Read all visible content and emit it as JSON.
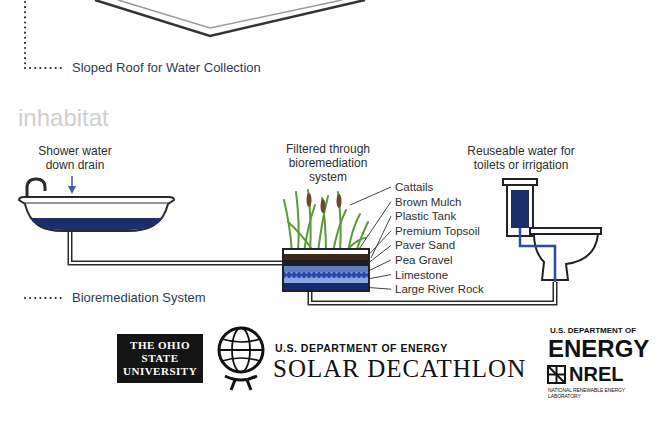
{
  "diagram": {
    "nodes": [
      {
        "text": [
          "Shower water down drain"
        ]
      },
      {
        "text": [
          "Filtered through bioremediation system"
        ]
      },
      {
        "text": [
          "Reuseable water for toilets or irrigation"
        ]
      },
      {
        "text": [
          "THE OHIO STATE UNIVERSITY"
        ]
      }
    ],
    "edges": [
      {
        "from": 0,
        "to": 1,
        "arrow": "none"
      },
      {
        "from": 1,
        "to": 2,
        "arrow": "none"
      }
    ],
    "labels": [
      "Sloped Roof for Water Collection",
      "inhabitat",
      "Cattails",
      "Brown Mulch",
      "Plastic Tank",
      "Premium Topsoil",
      "Paver Sand",
      "Pea Gravel",
      "Limestone",
      "Large River Rock",
      "Bioremediation System",
      "U.S. DEPARTMENT OF ENERGY",
      "SOLAR DECATHLON",
      "U.S. DEPARTMENT OF",
      "ENERGY",
      "NREL",
      "NATIONAL RENEWABLE ENERGY LABORATORY"
    ]
  }
}
